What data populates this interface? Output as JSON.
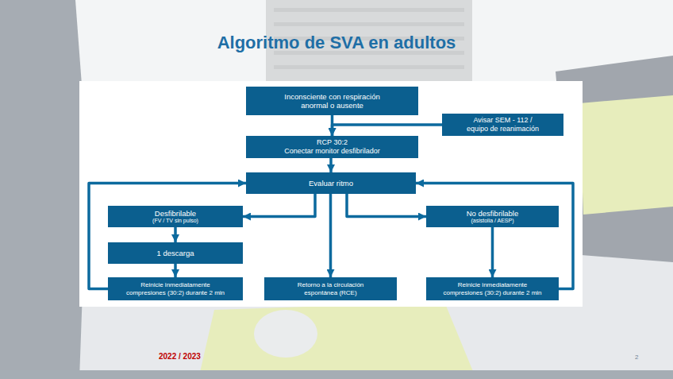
{
  "diagram": {
    "title": "Algoritmo de SVA en adultos",
    "nodes": [
      {
        "text": [
          "Inconsciente con respiración anormal o ausente"
        ]
      },
      {
        "text": [
          "Avisar SEM - 112 / equipo de reanimación"
        ]
      },
      {
        "text": [
          "RCP 30:2",
          "Conectar monitor desfibrilador"
        ]
      },
      {
        "text": [
          "Evaluar ritmo"
        ]
      },
      {
        "text": [
          "Desfibrilable",
          "(FV / TV sin pulso)"
        ]
      },
      {
        "text": [
          "No desfibrilable",
          "(asistolia / AESP)"
        ]
      },
      {
        "text": [
          "1 descarga"
        ]
      },
      {
        "text": [
          "Reinicie inmediatamente compresiones (30:2) durante 2 min"
        ]
      },
      {
        "text": [
          "Retorno a la circulación espontánea (RCE)"
        ]
      },
      {
        "text": [
          "Reinicie inmediatamente compresiones (30:2) durante 2 min"
        ]
      }
    ],
    "edges": [
      {
        "from": 0,
        "to": 2,
        "arrow": "to"
      },
      {
        "from": 1,
        "to": 2,
        "arrow": "to"
      },
      {
        "from": 2,
        "to": 3,
        "arrow": "to"
      },
      {
        "from": 3,
        "to": 4,
        "arrow": "to"
      },
      {
        "from": 3,
        "to": 5,
        "arrow": "to"
      },
      {
        "from": 3,
        "to": 8,
        "arrow": "to"
      },
      {
        "from": 4,
        "to": 6,
        "arrow": "to"
      },
      {
        "from": 6,
        "to": 7,
        "arrow": "to"
      },
      {
        "from": 7,
        "to": 3,
        "arrow": "to"
      },
      {
        "from": 5,
        "to": 9,
        "arrow": "to"
      },
      {
        "from": 9,
        "to": 3,
        "arrow": "to"
      }
    ],
    "labels": [
      "2022 / 2023",
      "2"
    ]
  }
}
